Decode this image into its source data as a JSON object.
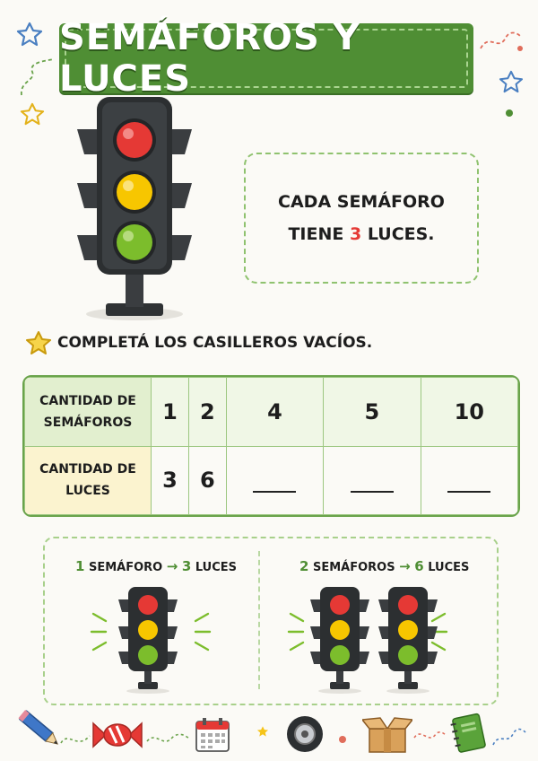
{
  "title": "SEMÁFOROS Y LUCES",
  "info": {
    "line1": "CADA SEMÁFORO",
    "line2_pre": "TIENE",
    "number": "3",
    "line2_post": "LUCES."
  },
  "instruction": "COMPLETÁ LOS CASILLEROS VACÍOS.",
  "table": {
    "row1_header": [
      "CANTIDAD DE",
      "SEMÁFOROS"
    ],
    "row1_values": [
      "1",
      "2",
      "4",
      "5",
      "10"
    ],
    "row2_header": [
      "CANTIDAD DE",
      "LUCES"
    ],
    "row2_values": [
      "3",
      "6",
      "",
      "",
      ""
    ]
  },
  "examples": [
    {
      "n": "1",
      "unit": "SEMÁFORO",
      "arrow": "→",
      "m": "3",
      "result": "LUCES"
    },
    {
      "n": "2",
      "unit": "SEMÁFOROS",
      "arrow": "→",
      "m": "6",
      "result": "LUCES"
    }
  ],
  "colors": {
    "green": "#4f8e34",
    "red": "#e53935",
    "yellow": "#f7c600",
    "light_green": "#7cbd2c",
    "body": "#3a3d40"
  },
  "icons": [
    "pencil-icon",
    "candy-icon",
    "calendar-icon",
    "tire-icon",
    "box-icon",
    "notebook-icon"
  ]
}
